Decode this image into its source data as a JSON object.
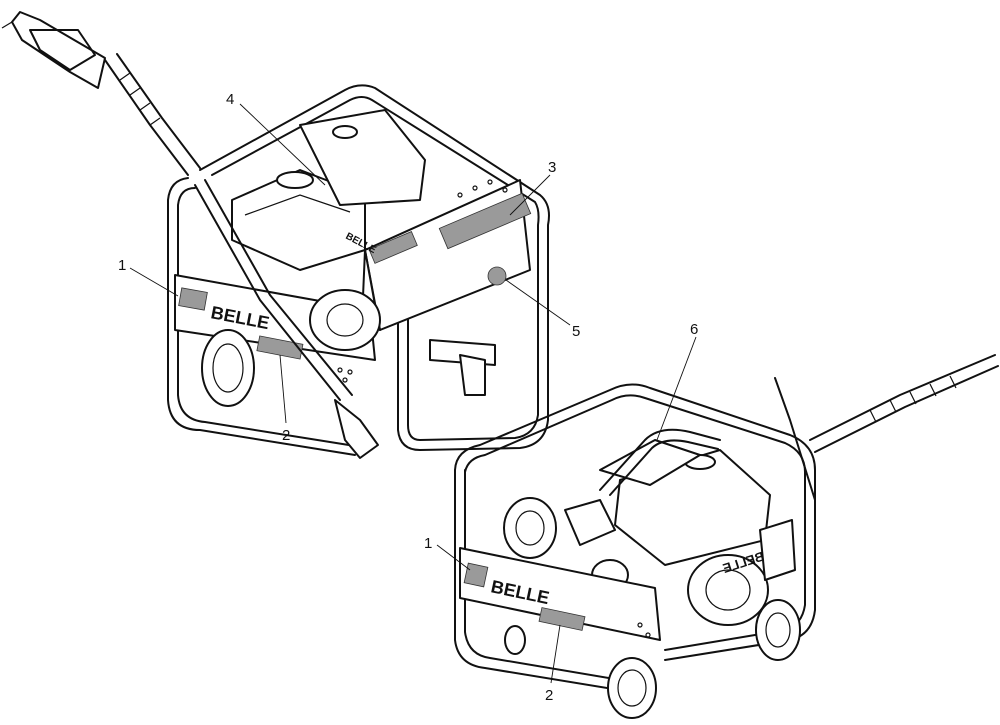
{
  "views": [
    {
      "id": "view-front",
      "brand_text": "BELLE",
      "callouts": [
        "1",
        "2",
        "3",
        "4",
        "5"
      ]
    },
    {
      "id": "view-rear",
      "brand_text": "BELLE",
      "callouts": [
        "1",
        "2",
        "6"
      ]
    }
  ],
  "colors": {
    "line": "#111111",
    "decal": "#9a9a9a",
    "background": "#ffffff"
  }
}
